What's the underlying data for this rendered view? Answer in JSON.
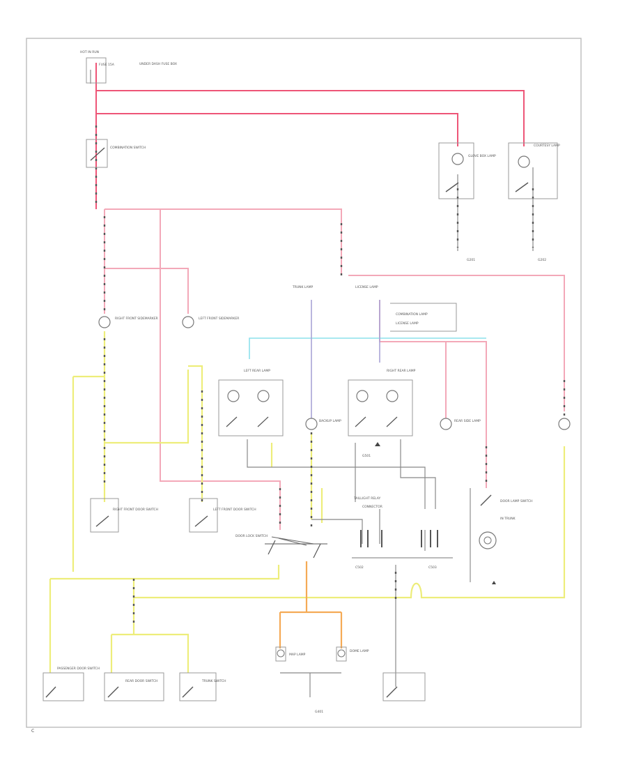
{
  "diagram": {
    "figure_code": "C",
    "top_label": "HOT IN RUN",
    "fuse_label": "FUSE 15A",
    "fuse_box_label": "UNDER DASH FUSE BOX",
    "switch_top_label": "COMBINATION SWITCH",
    "glove_lamp_label": "GLOVE BOX LAMP",
    "courtesy_lamp_label": "COURTESY LAMP",
    "glove_ground": "G201",
    "courtesy_ground": "G202",
    "rf_sidemarker": "RIGHT FRONT SIDEMARKER",
    "lf_sidemarker": "LEFT FRONT SIDEMARKER",
    "rf_door_switch": "RIGHT FRONT DOOR SWITCH",
    "lf_door_switch": "LEFT FRONT DOOR SWITCH",
    "left_rear_lamp": "LEFT REAR LAMP",
    "right_rear_lamp": "RIGHT REAR LAMP",
    "legend_line1": "COMBINATION LAMP",
    "legend_line2": "LICENSE LAMP",
    "trunk_lamp": "TRUNK LAMP",
    "license_lamp": "LICENSE LAMP",
    "backup_lamp": "BACKUP LAMP",
    "rear_side_lamp": "REAR SIDE LAMP",
    "rear_ground": "G501",
    "relay_label": "TAILLIGHT RELAY",
    "connector_label": "CONNECTOR",
    "left_connector": "C502",
    "right_connector": "C503",
    "door_lock_switch": "DOOR LOCK SWITCH",
    "passenger_switch": "PASSENGER DOOR SWITCH",
    "rear_door_switch": "REAR DOOR SWITCH",
    "map_lamp": "MAP LAMP",
    "dome_lamp": "DOME LAMP",
    "bottom_ground": "G401",
    "trunk_switch": "TRUNK SWITCH",
    "door_lamp_switch": "DOOR LAMP SWITCH",
    "door_lamp_sub": "IN TRUNK",
    "wire_colors": {
      "red": "#ee5577",
      "pink": "#f3a8b8",
      "yellow": "#eded7a",
      "cyan": "#8ce0ec",
      "orange": "#f5aa55",
      "blue": "#a9a4d6",
      "gray": "#888888"
    }
  }
}
